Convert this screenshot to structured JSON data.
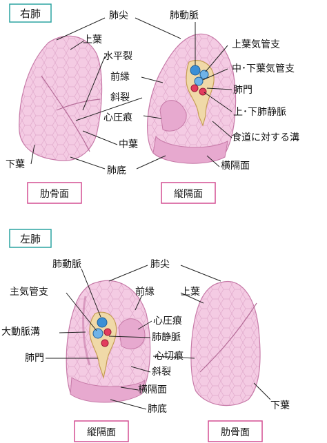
{
  "right_lung": {
    "title": "右肺",
    "labels": {
      "apex": "肺尖",
      "upper_lobe": "上葉",
      "horizontal_fissure": "水平裂",
      "anterior_border": "前縁",
      "oblique_fissure": "斜裂",
      "cardiac_impression": "心圧痕",
      "middle_lobe": "中葉",
      "lower_lobe": "下葉",
      "base": "肺底",
      "pulmonary_artery": "肺動脈",
      "upper_lobe_bronchus": "上葉気管支",
      "middle_lower_bronchus": "中･下葉気管支",
      "hilum": "肺門",
      "pulmonary_veins": "上･下肺静脈",
      "esophageal_groove": "食道に対する溝",
      "diaphragmatic_surface": "横隔面"
    },
    "views": {
      "costal": "肋骨面",
      "mediastinal": "縦隔面"
    }
  },
  "left_lung": {
    "title": "左肺",
    "labels": {
      "pulmonary_artery": "肺動脈",
      "apex": "肺尖",
      "main_bronchus": "主気管支",
      "anterior_border": "前縁",
      "upper_lobe": "上葉",
      "aortic_groove": "大動脈溝",
      "cardiac_impression": "心圧痕",
      "pulmonary_veins": "肺静脈",
      "hilum": "肺門",
      "cardiac_notch": "心切痕",
      "oblique_fissure": "斜裂",
      "diaphragmatic_surface": "横隔面",
      "base": "肺底",
      "lower_lobe": "下葉"
    },
    "views": {
      "mediastinal": "縦隔面",
      "costal": "肋骨面"
    }
  },
  "colors": {
    "lung_fill": "#f3c6e0",
    "lung_shade": "#e7a9cf",
    "lung_stroke": "#c77aa8",
    "title_box_stroke": "#2aa3a0",
    "view_box_stroke": "#d44e92",
    "artery": "#3b8fd6",
    "vein": "#e23c5e",
    "bronchus": "#f0d9a8"
  }
}
